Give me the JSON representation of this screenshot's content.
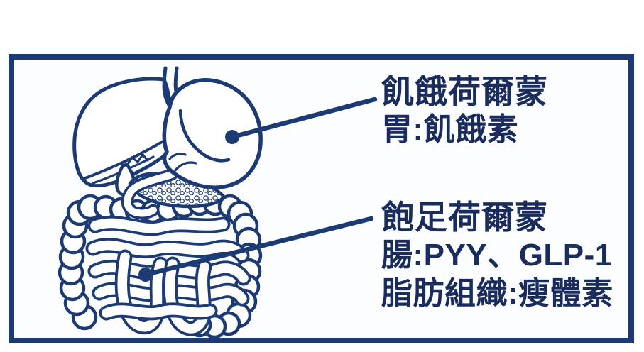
{
  "colors": {
    "ink": "#1c3a74",
    "text": "#1a2c5e",
    "background": "#ffffff"
  },
  "callouts": [
    {
      "target": "stomach",
      "title": "飢餓荷爾蒙",
      "lines": [
        "胃:飢餓素"
      ]
    },
    {
      "target": "intestine",
      "title": "飽足荷爾蒙",
      "lines": [
        "腸:PYY、GLP-1",
        "脂肪組織:瘦體素"
      ]
    }
  ]
}
